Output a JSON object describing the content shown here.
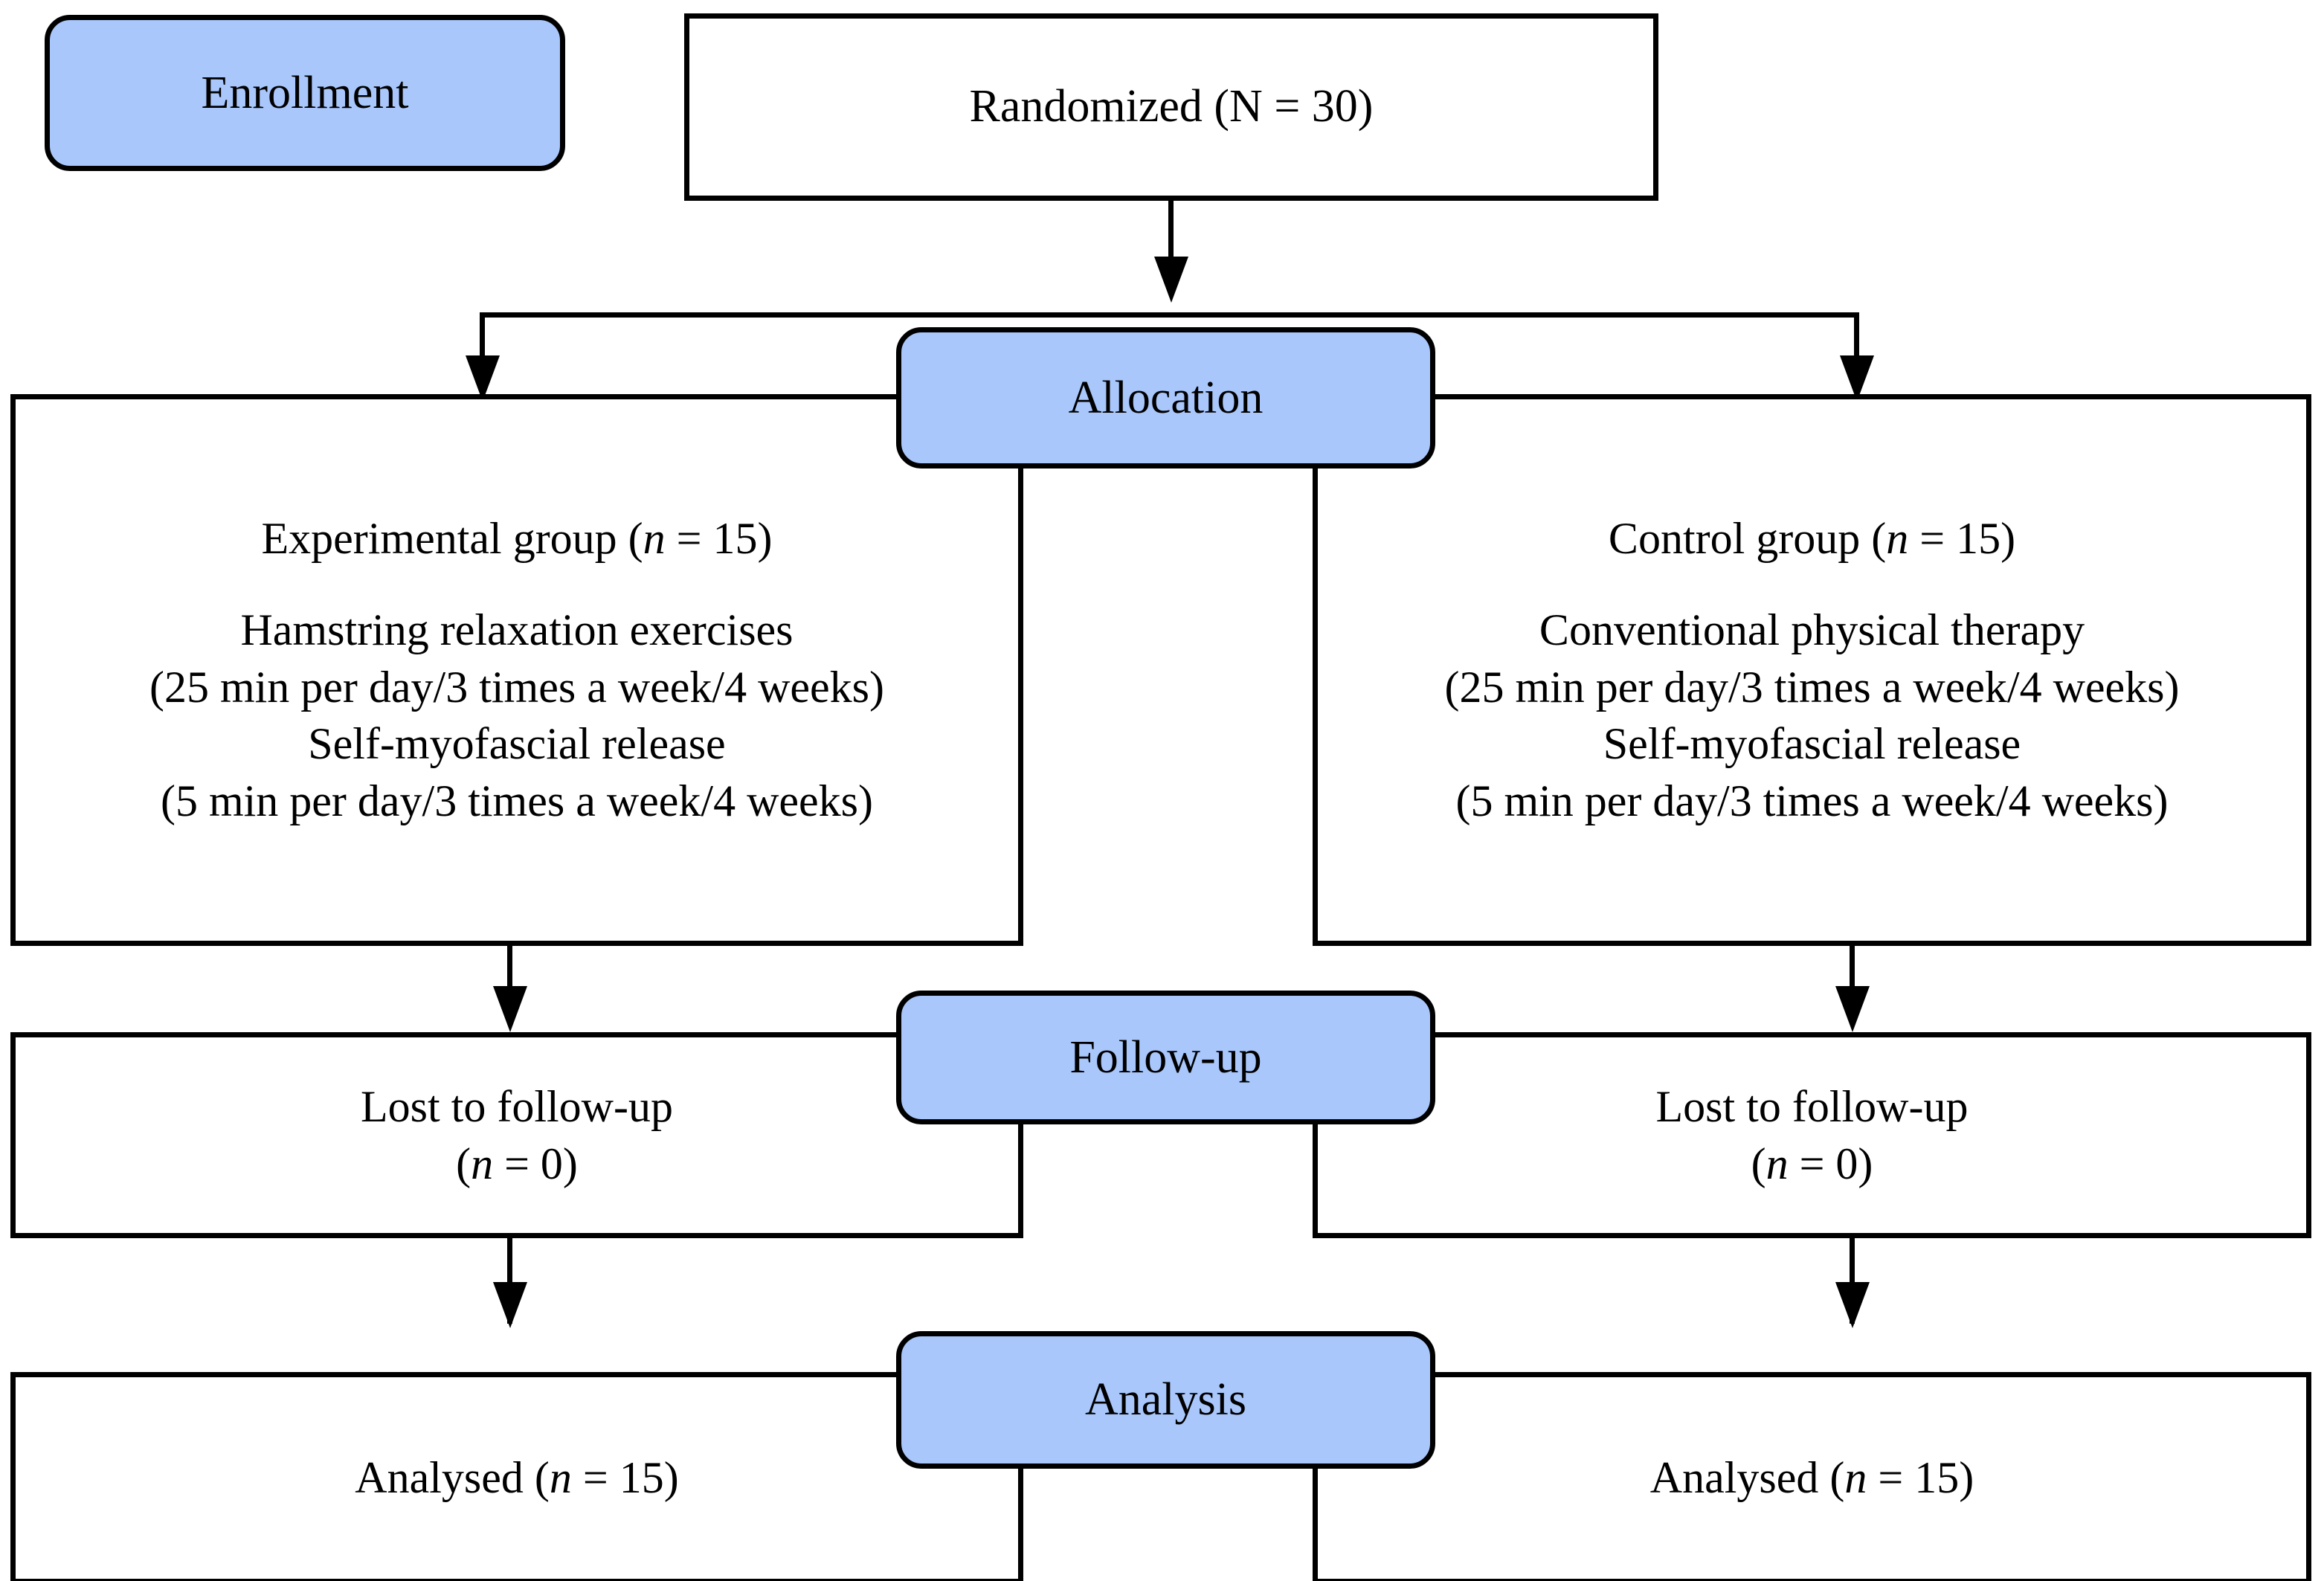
{
  "diagram": {
    "type": "consort-flow-diagram",
    "accent_color": "#a9c7fb",
    "border_color": "#000000",
    "background_color": "#ffffff"
  },
  "stages": {
    "enrollment": "Enrollment",
    "allocation": "Allocation",
    "followup": "Follow-up",
    "analysis": "Analysis"
  },
  "enrollment_node": {
    "label": "Randomized (N = 30)",
    "text_before": "Randomized (N = ",
    "count": "30",
    "text_after": ")"
  },
  "allocation": {
    "left": {
      "title_before": "Experimental group (",
      "title_n": "n",
      "title_after": " = 15)",
      "intervention_1": "Hamstring relaxation exercises",
      "dose_1": "(25 min per day/3 times a week/4 weeks)",
      "intervention_2": "Self-myofascial release",
      "dose_2": "(5 min per day/3 times a week/4 weeks)"
    },
    "right": {
      "title_before": "Control group (",
      "title_n": "n",
      "title_after": " = 15)",
      "intervention_1": "Conventional physical therapy",
      "dose_1": "(25 min per day/3 times a week/4 weeks)",
      "intervention_2": "Self-myofascial release",
      "dose_2": "(5 min per day/3 times a week/4 weeks)"
    }
  },
  "followup": {
    "left": {
      "label": "Lost to follow-up",
      "count_before": "(",
      "count_n": "n",
      "count_after": " = 0)"
    },
    "right": {
      "label": "Lost to follow-up",
      "count_before": "(",
      "count_n": "n",
      "count_after": " = 0)"
    }
  },
  "analysis": {
    "left": {
      "label_before": "Analysed (",
      "label_n": "n",
      "label_after": " = 15)"
    },
    "right": {
      "label_before": "Analysed (",
      "label_n": "n",
      "label_after": " = 15)"
    }
  },
  "chart_data": {
    "type": "table",
    "title": "CONSORT participant flow",
    "stages": [
      "Enrollment",
      "Allocation",
      "Follow-up",
      "Analysis"
    ],
    "nodes": [
      {
        "stage": "Enrollment",
        "arm": "all",
        "label": "Randomized (N = 30)",
        "n": 30
      },
      {
        "stage": "Allocation",
        "arm": "experimental",
        "label": "Experimental group (n = 15)",
        "n": 15
      },
      {
        "stage": "Allocation",
        "arm": "control",
        "label": "Control group (n = 15)",
        "n": 15
      },
      {
        "stage": "Follow-up",
        "arm": "experimental",
        "label": "Lost to follow-up (n = 0)",
        "n": 0
      },
      {
        "stage": "Follow-up",
        "arm": "control",
        "label": "Lost to follow-up (n = 0)",
        "n": 0
      },
      {
        "stage": "Analysis",
        "arm": "experimental",
        "label": "Analysed (n = 15)",
        "n": 15
      },
      {
        "stage": "Analysis",
        "arm": "control",
        "label": "Analysed (n = 15)",
        "n": 15
      }
    ]
  }
}
